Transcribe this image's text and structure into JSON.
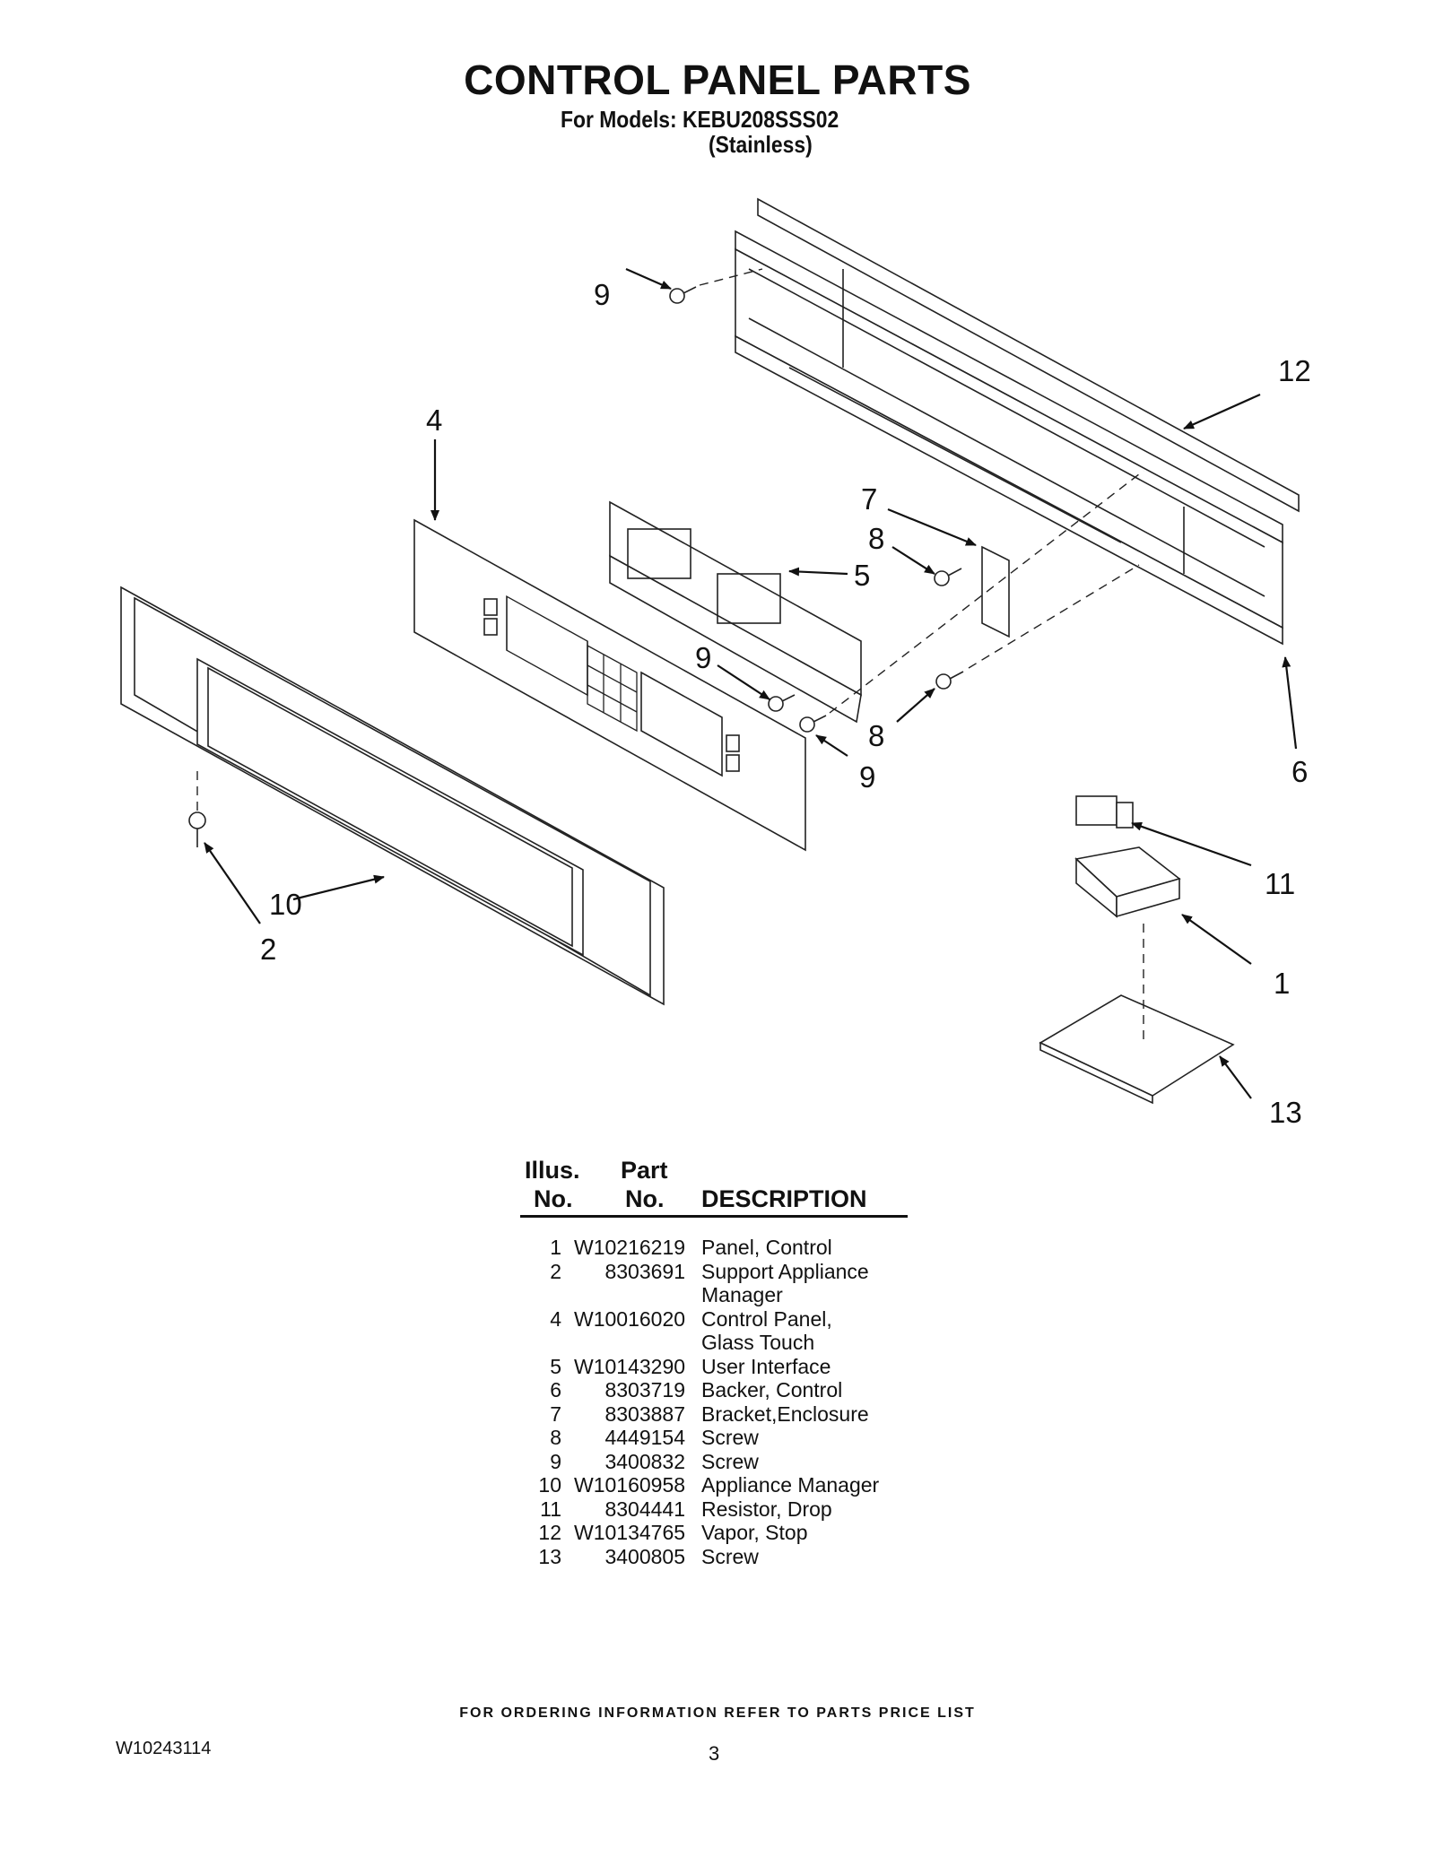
{
  "header": {
    "title": "CONTROL PANEL PARTS",
    "models": "For Models: KEBU208SSS02",
    "variant": "(Stainless)"
  },
  "diagram": {
    "callouts": [
      "9",
      "12",
      "4",
      "7",
      "8",
      "5",
      "9",
      "8",
      "9",
      "6",
      "11",
      "1",
      "13",
      "10",
      "2"
    ]
  },
  "parts_table": {
    "headers": {
      "illus_1": "Illus.",
      "illus_2": "No.",
      "part_1": "Part",
      "part_2": "No.",
      "description": "DESCRIPTION"
    },
    "rows": [
      {
        "illus": "1",
        "part": "W10216219",
        "desc": [
          "Panel, Control"
        ]
      },
      {
        "illus": "2",
        "part": "8303691",
        "desc": [
          "Support Appliance",
          "Manager"
        ]
      },
      {
        "illus": "4",
        "part": "W10016020",
        "desc": [
          "Control Panel,",
          "Glass Touch"
        ]
      },
      {
        "illus": "5",
        "part": "W10143290",
        "desc": [
          "User Interface"
        ]
      },
      {
        "illus": "6",
        "part": "8303719",
        "desc": [
          "Backer, Control"
        ]
      },
      {
        "illus": "7",
        "part": "8303887",
        "desc": [
          "Bracket,Enclosure"
        ]
      },
      {
        "illus": "8",
        "part": "4449154",
        "desc": [
          "Screw"
        ]
      },
      {
        "illus": "9",
        "part": "3400832",
        "desc": [
          "Screw"
        ]
      },
      {
        "illus": "10",
        "part": "W10160958",
        "desc": [
          "Appliance Manager"
        ]
      },
      {
        "illus": "11",
        "part": "8304441",
        "desc": [
          "Resistor, Drop"
        ]
      },
      {
        "illus": "12",
        "part": "W10134765",
        "desc": [
          "Vapor, Stop"
        ]
      },
      {
        "illus": "13",
        "part": "3400805",
        "desc": [
          "Screw"
        ]
      }
    ]
  },
  "footer": {
    "ordering_note": "FOR ORDERING INFORMATION REFER TO PARTS PRICE LIST",
    "doc_number": "W10243114",
    "page_number": "3"
  }
}
